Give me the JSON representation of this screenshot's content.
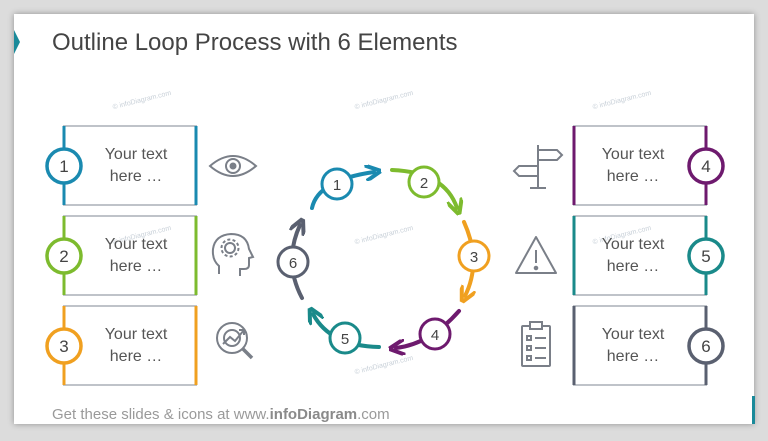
{
  "title": "Outline Loop Process with 6 Elements",
  "footer": {
    "prefix": "Get these slides & icons at www.",
    "brand": "infoDiagram",
    "suffix": ".com"
  },
  "watermark": "© infoDiagram.com",
  "colors": {
    "c1": "#1a8ab0",
    "c2": "#7dbb2e",
    "c3": "#f0a020",
    "c4": "#6e1a6e",
    "c5": "#1a8a8a",
    "c6": "#5a6070",
    "frame": "#bfc3c9",
    "icon": "#7a7f88"
  },
  "left_items": [
    {
      "number": "1",
      "line1": "Your text",
      "line2": "here …",
      "icon": "eye-icon"
    },
    {
      "number": "2",
      "line1": "Your text",
      "line2": "here …",
      "icon": "head-gear-icon"
    },
    {
      "number": "3",
      "line1": "Your text",
      "line2": "here …",
      "icon": "target-magnifier-icon"
    }
  ],
  "right_items": [
    {
      "number": "4",
      "line1": "Your text",
      "line2": "here …",
      "icon": "signpost-icon"
    },
    {
      "number": "5",
      "line1": "Your text",
      "line2": "here …",
      "icon": "warning-icon"
    },
    {
      "number": "6",
      "line1": "Your text",
      "line2": "here …",
      "icon": "checklist-icon"
    }
  ],
  "loop": [
    "1",
    "2",
    "3",
    "4",
    "5",
    "6"
  ]
}
